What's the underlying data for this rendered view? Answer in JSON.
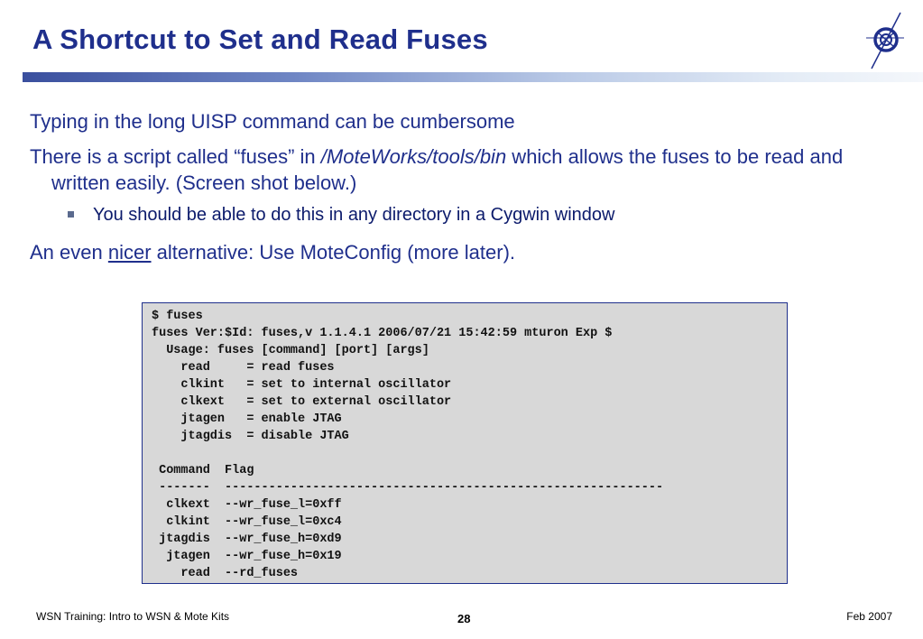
{
  "slide": {
    "title": "A Shortcut to Set and Read Fuses"
  },
  "bullets": {
    "b1": "Typing in the long UISP command can be cumbersome",
    "b2_pre": "There is a script called “fuses” in ",
    "b2_path": "/MoteWorks/tools/bin",
    "b2_post": " which allows the fuses to be read and written easily. (Screen shot below.)",
    "b2_sub": "You should be able to do this in any directory in a Cygwin window",
    "b3_pre": "An even ",
    "b3_link": "nicer",
    "b3_post": " alternative: Use MoteConfig (more later)."
  },
  "terminal": {
    "lines": [
      "$ fuses",
      "fuses Ver:$Id: fuses,v 1.1.4.1 2006/07/21 15:42:59 mturon Exp $",
      "  Usage: fuses [command] [port] [args]",
      "    read     = read fuses",
      "    clkint   = set to internal oscillator",
      "    clkext   = set to external oscillator",
      "    jtagen   = enable JTAG",
      "    jtagdis  = disable JTAG",
      "",
      " Command  Flag",
      " -------  ------------------------------------------------------------",
      "  clkext  --wr_fuse_l=0xff",
      "  clkint  --wr_fuse_l=0xc4",
      " jtagdis  --wr_fuse_h=0xd9",
      "  jtagen  --wr_fuse_h=0x19",
      "    read  --rd_fuses"
    ]
  },
  "footer": {
    "left": "WSN Training: Intro to WSN & Mote Kits",
    "page": "28",
    "date": "Feb 2007"
  },
  "icons": {
    "logo": "compass-logo-icon"
  },
  "colors": {
    "title": "#1f2f8c",
    "text": "#1f2f8c",
    "terminal_bg": "#d8d8d8"
  }
}
